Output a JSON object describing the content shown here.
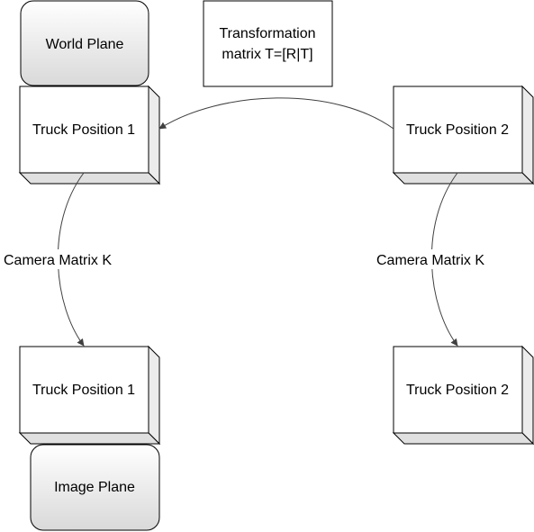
{
  "diagram": {
    "world_plane": {
      "label": "World Plane"
    },
    "image_plane": {
      "label": "Image Plane"
    },
    "transformation": {
      "line1": "Transformation",
      "line2": "matrix  T=[R|T]"
    },
    "truck_top_left": {
      "label": "Truck Position 1"
    },
    "truck_top_right": {
      "label": "Truck Position 2"
    },
    "truck_bottom_left": {
      "label": "Truck Position 1"
    },
    "truck_bottom_right": {
      "label": "Truck Position 2"
    },
    "camera_label_left": "Camera Matrix K",
    "camera_label_right": "Camera Matrix K"
  },
  "colors": {
    "stroke": "#000000",
    "box_fill": "#ffffff",
    "rounded_fill_top": "#ffffff",
    "rounded_fill_bottom": "#d9d9d9",
    "box_side_fill": "#ececec",
    "arrow": "#404040"
  }
}
